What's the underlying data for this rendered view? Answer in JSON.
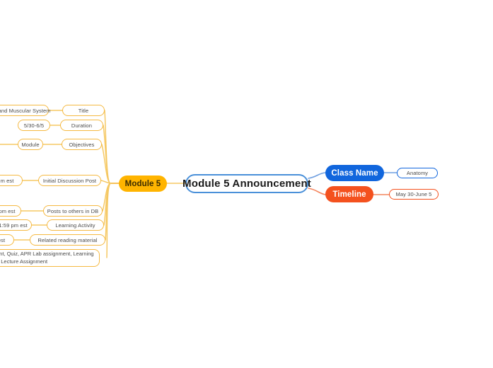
{
  "document": {
    "type": "mindmap",
    "title": "Module 5 Announcement"
  },
  "colors": {
    "amber": "#ffb400",
    "amber_line": "#f5b942",
    "blue": "#1166dd",
    "blue_border": "#4a90d9",
    "orange": "#f4511e",
    "white": "#ffffff",
    "text_dark": "#1b1b1b",
    "text_leaf": "#4a4a4a"
  },
  "root": {
    "label": "Module 5 Announcement"
  },
  "left_branch": {
    "parent": {
      "label": "Module 5"
    },
    "rows": [
      {
        "key": "title",
        "label": "Title",
        "value": "ts and Muscular System"
      },
      {
        "key": "duration",
        "label": "Duration",
        "value": "5/30-6/5"
      },
      {
        "key": "objectives",
        "label": "Objectives",
        "value": "Module"
      },
      {
        "key": "initial-post",
        "label": "Initial Discussion Post",
        "value": "m  est"
      },
      {
        "key": "posts-to-others",
        "label": "Posts to others in DB",
        "value": "pm est"
      },
      {
        "key": "learning-activity",
        "label": "Learning Activity",
        "value": "1:59 pm est"
      },
      {
        "key": "related-reading",
        "label": "Related reading material",
        "value": "est"
      }
    ],
    "assignments": {
      "lines": [
        "ent, Quiz, APR Lab assignment, Learning",
        "o Lecture Assignment"
      ]
    }
  },
  "right_branches": [
    {
      "key": "class-name",
      "label": "Class Name",
      "value": "Anatomy",
      "color": "blue"
    },
    {
      "key": "timeline",
      "label": "Timeline",
      "value": "May 30-June 5",
      "color": "orange"
    }
  ]
}
